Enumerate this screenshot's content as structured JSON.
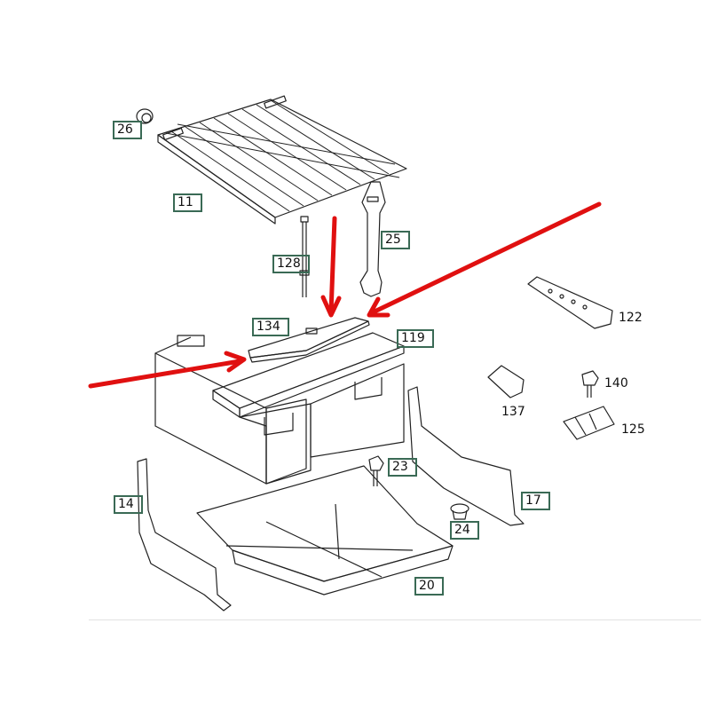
{
  "title": "Battery tray parts diagram",
  "labels": {
    "p26": "26",
    "p11": "11",
    "p128": "128",
    "p25": "25",
    "p134": "134",
    "p119": "119",
    "p122": "122",
    "p140": "140",
    "p137": "137",
    "p125": "125",
    "p23": "23",
    "p14": "14",
    "p17": "17",
    "p24": "24",
    "p20": "20"
  },
  "colors": {
    "arrow": "#e01010",
    "label_box": "#3a6a55",
    "line": "#222222"
  }
}
